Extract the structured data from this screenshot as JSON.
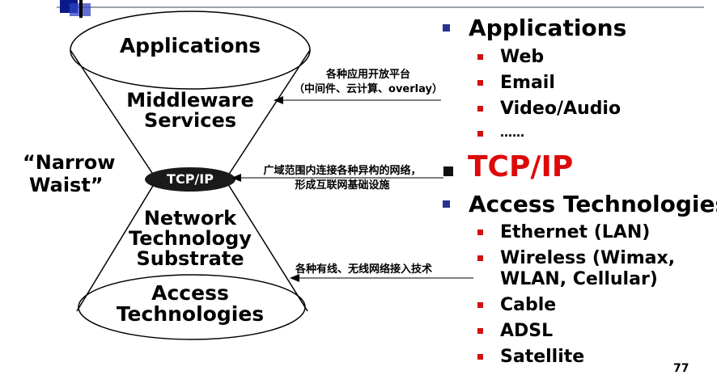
{
  "hourglass": {
    "top": "Applications",
    "middle": [
      "Middleware",
      "Services"
    ],
    "waist": "TCP/IP",
    "lower": [
      "Network",
      "Technology",
      "Substrate"
    ],
    "bottom": [
      "Access",
      "Technologies"
    ],
    "narrow_waist": [
      "“Narrow",
      "Waist”"
    ]
  },
  "notes": {
    "middleware": [
      "各种应用开放平台",
      "（中间件、云计算、overlay）"
    ],
    "tcpip": [
      "广域范围内连接各种异构的网络，",
      "形成互联网基础设施"
    ],
    "access": "各种有线、无线网络接入技术"
  },
  "bullets": {
    "applications": {
      "title": "Applications",
      "items": [
        "Web",
        "Email",
        "Video/Audio",
        "……"
      ]
    },
    "tcpip": "TCP/IP",
    "access": {
      "title": "Access Technologies",
      "items": [
        "Ethernet (LAN)",
        "Wireless (Wimax,",
        "WLAN, Cellular)",
        "Cable",
        "ADSL",
        "Satellite"
      ]
    }
  },
  "page_number": "77",
  "colors": {
    "tcpip_text": "#dd0a0a",
    "level1_bullet": "#2a3490",
    "level2_bullet": "#d11010",
    "waist_fill": "#1a1a1a"
  }
}
